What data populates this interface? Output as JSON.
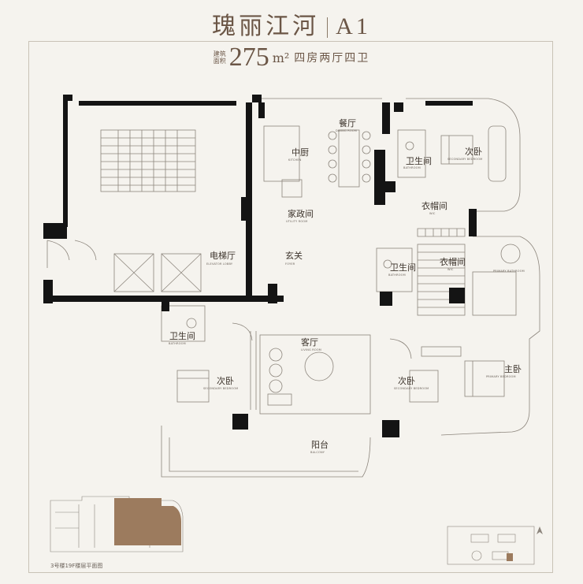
{
  "header": {
    "project_name": "瑰丽江河",
    "unit_model": "A1",
    "area_label": "建筑面积",
    "area_value": "275",
    "area_unit": "m²",
    "layout_desc": "四房两厅四卫"
  },
  "rooms": [
    {
      "key": "dining",
      "zh": "餐厅",
      "en": "DINING ROOM"
    },
    {
      "key": "kitchen",
      "zh": "中厨",
      "en": "KITCHEN"
    },
    {
      "key": "bath_top",
      "zh": "卫生间",
      "en": "BATHROOM"
    },
    {
      "key": "bedroom_ne",
      "zh": "次卧",
      "en": "SECONDARY BEDROOM"
    },
    {
      "key": "laundry",
      "zh": "家政间",
      "en": "UTILITY ROOM"
    },
    {
      "key": "cloak_top",
      "zh": "衣帽间",
      "en": "WIC"
    },
    {
      "key": "elevator_hall",
      "zh": "电梯厅",
      "en": "ELEVATOR LOBBY"
    },
    {
      "key": "foyer",
      "zh": "玄关",
      "en": "FOYER"
    },
    {
      "key": "bath_center",
      "zh": "卫生间",
      "en": "BATHROOM"
    },
    {
      "key": "cloak_master",
      "zh": "衣帽间",
      "en": "WIC"
    },
    {
      "key": "master_bath",
      "zh": "",
      "en": "PRIMARY BATHROOM"
    },
    {
      "key": "bath_west",
      "zh": "卫生间",
      "en": "BATHROOM"
    },
    {
      "key": "living",
      "zh": "客厅",
      "en": "LIVING ROOM"
    },
    {
      "key": "bedroom_w",
      "zh": "次卧",
      "en": "SECONDARY BEDROOM"
    },
    {
      "key": "bedroom_se",
      "zh": "次卧",
      "en": "SECONDARY BEDROOM"
    },
    {
      "key": "master",
      "zh": "主卧",
      "en": "PRIMARY BEDROOM"
    },
    {
      "key": "balcony",
      "zh": "阳台",
      "en": "BALCONY"
    }
  ],
  "key_plan": {
    "caption": "3号楼19F楼层平面图",
    "highlight_color": "#9c7b5e"
  },
  "colors": {
    "wall": "#141414",
    "line": "#8c857c",
    "text": "#3d342c",
    "accent": "#6b5646"
  },
  "icons": [
    "compass-icon"
  ]
}
